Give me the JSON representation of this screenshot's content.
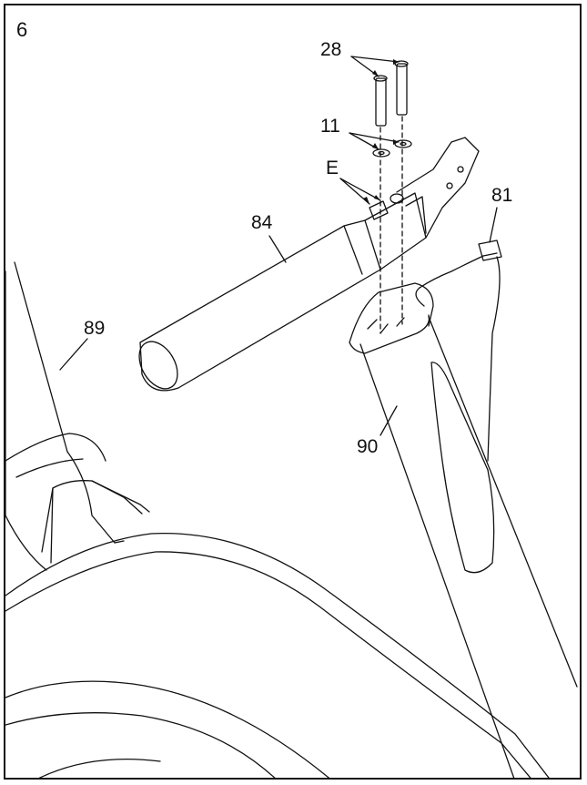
{
  "step_number": "6",
  "callouts": {
    "bolts": "28",
    "washers": "11",
    "wire_connectors": "E",
    "handlebar": "84",
    "wire_harness": "81",
    "left_upright": "89",
    "right_upright": "90"
  },
  "colors": {
    "line": "#111111",
    "background": "#ffffff"
  }
}
